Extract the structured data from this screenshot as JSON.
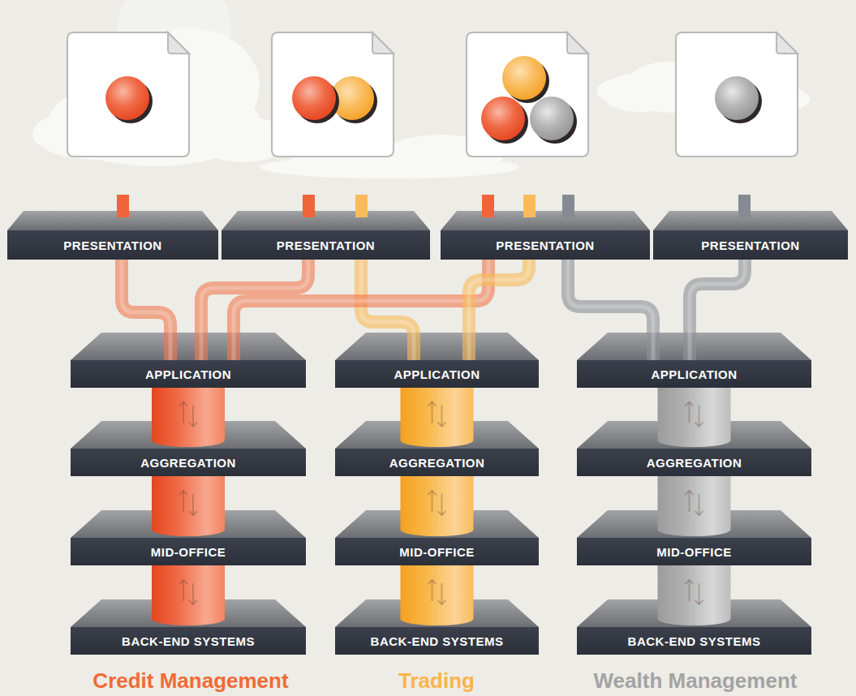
{
  "diagram": {
    "nodes": [
      {
        "text": [
          "PRESENTATION"
        ]
      },
      {
        "text": [
          "PRESENTATION"
        ]
      },
      {
        "text": [
          "PRESENTATION"
        ]
      },
      {
        "text": [
          "PRESENTATION"
        ]
      },
      {
        "text": [
          "APPLICATION"
        ]
      },
      {
        "text": [
          "APPLICATION"
        ]
      },
      {
        "text": [
          "APPLICATION"
        ]
      },
      {
        "text": [
          "AGGREGATION"
        ]
      },
      {
        "text": [
          "AGGREGATION"
        ]
      },
      {
        "text": [
          "AGGREGATION"
        ]
      },
      {
        "text": [
          "MID-OFFICE"
        ]
      },
      {
        "text": [
          "MID-OFFICE"
        ]
      },
      {
        "text": [
          "MID-OFFICE"
        ]
      },
      {
        "text": [
          "BACK-END SYSTEMS"
        ]
      },
      {
        "text": [
          "BACK-END SYSTEMS"
        ]
      },
      {
        "text": [
          "BACK-END SYSTEMS"
        ]
      }
    ],
    "edges": [
      {
        "from": 0,
        "to": 4,
        "arrow": "none"
      },
      {
        "from": 1,
        "to": 4,
        "arrow": "none"
      },
      {
        "from": 1,
        "to": 5,
        "arrow": "none"
      },
      {
        "from": 2,
        "to": 4,
        "arrow": "none"
      },
      {
        "from": 2,
        "to": 5,
        "arrow": "none"
      },
      {
        "from": 2,
        "to": 6,
        "arrow": "none"
      },
      {
        "from": 3,
        "to": 6,
        "arrow": "none"
      },
      {
        "from": 4,
        "to": 7,
        "arrow": "both"
      },
      {
        "from": 7,
        "to": 10,
        "arrow": "both"
      },
      {
        "from": 10,
        "to": 13,
        "arrow": "both"
      },
      {
        "from": 5,
        "to": 8,
        "arrow": "both"
      },
      {
        "from": 8,
        "to": 11,
        "arrow": "both"
      },
      {
        "from": 11,
        "to": 14,
        "arrow": "both"
      },
      {
        "from": 6,
        "to": 9,
        "arrow": "both"
      },
      {
        "from": 9,
        "to": 12,
        "arrow": "both"
      },
      {
        "from": 12,
        "to": 15,
        "arrow": "both"
      }
    ],
    "labels": [
      "Credit Management",
      "Trading",
      "Wealth Management"
    ]
  }
}
